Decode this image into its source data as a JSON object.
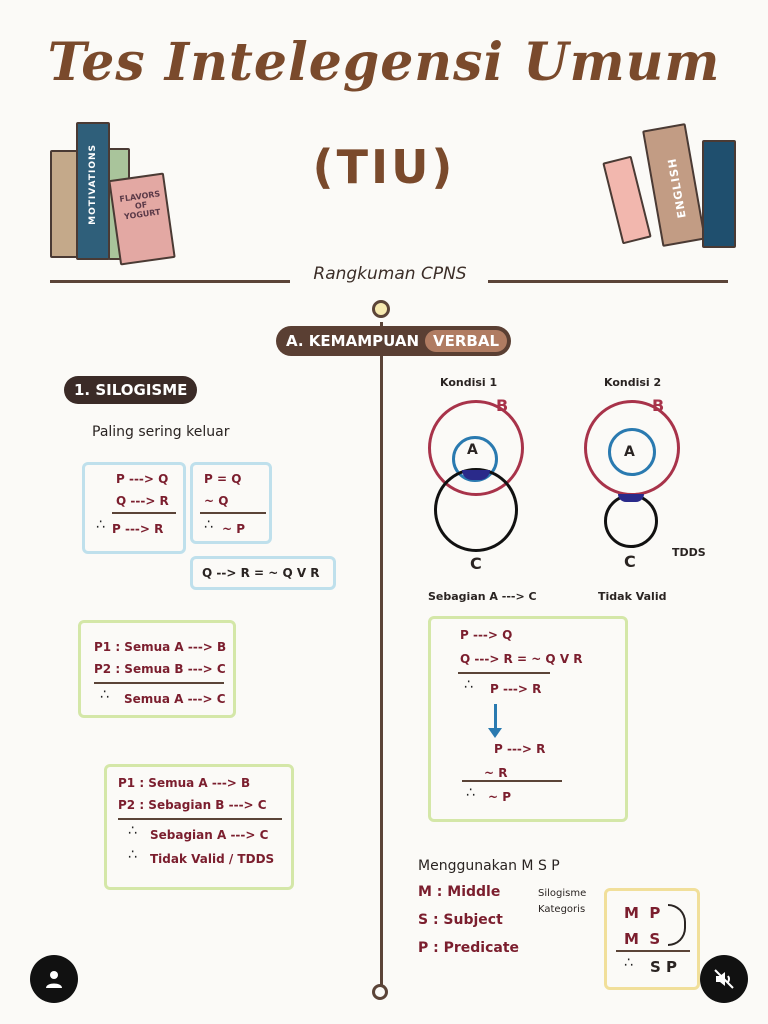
{
  "header": {
    "title": "Tes Intelegensi Umum",
    "subtitle": "(TIU)",
    "tagline": "Rangkuman CPNS"
  },
  "books_left": {
    "spine_motivation": "MOTIVATIONS",
    "cover_title": "FLAVORS OF YOGURT"
  },
  "books_right": {
    "spine_english": "ENGLISH"
  },
  "section": {
    "label": "A. KEMAMPUAN",
    "highlight": "VERBAL"
  },
  "topic": {
    "label": "1. SILOGISME",
    "note": "Paling sering keluar"
  },
  "box1": {
    "left": [
      "P ---> Q",
      "Q ---> R",
      "P ---> R"
    ],
    "right": [
      "P = Q",
      "~ Q",
      "~ P"
    ],
    "formula": "Q --> R = ~ Q V R"
  },
  "box2": {
    "p1": "P1 : Semua A ---> B",
    "p2": "P2 : Semua B ---> C",
    "c": "Semua A ---> C"
  },
  "box3": {
    "p1": "P1 : Semua     A ---> B",
    "p2": "P2 : Sebagian  B ---> C",
    "c1": "Sebagian   A ---> C",
    "c2": "Tidak Valid / TDDS"
  },
  "venn": {
    "k1": "Kondisi 1",
    "k2": "Kondisi 2",
    "a": "A",
    "b": "B",
    "c": "C",
    "tdds": "TDDS",
    "cap1": "Sebagian A ---> C",
    "cap2": "Tidak Valid"
  },
  "box4": {
    "l1": "P ---> Q",
    "l2": "Q ---> R = ~ Q V R",
    "l3": "P ---> R",
    "l4": "P ---> R",
    "l5": "~ R",
    "l6": "~ P"
  },
  "msp": {
    "title": "Menggunakan M S P",
    "m": "M : Middle",
    "s": "S : Subject",
    "p": "P : Predicate",
    "side1": "Silogisme",
    "side2": "Kategoris",
    "r1": "M  P",
    "r2": "M  S",
    "r3": "S P"
  },
  "colors": {
    "brown": "#7a4a2c",
    "maroon": "#7b1e2e",
    "blue": "#2a7ab0",
    "navy": "#2a2a8a"
  }
}
